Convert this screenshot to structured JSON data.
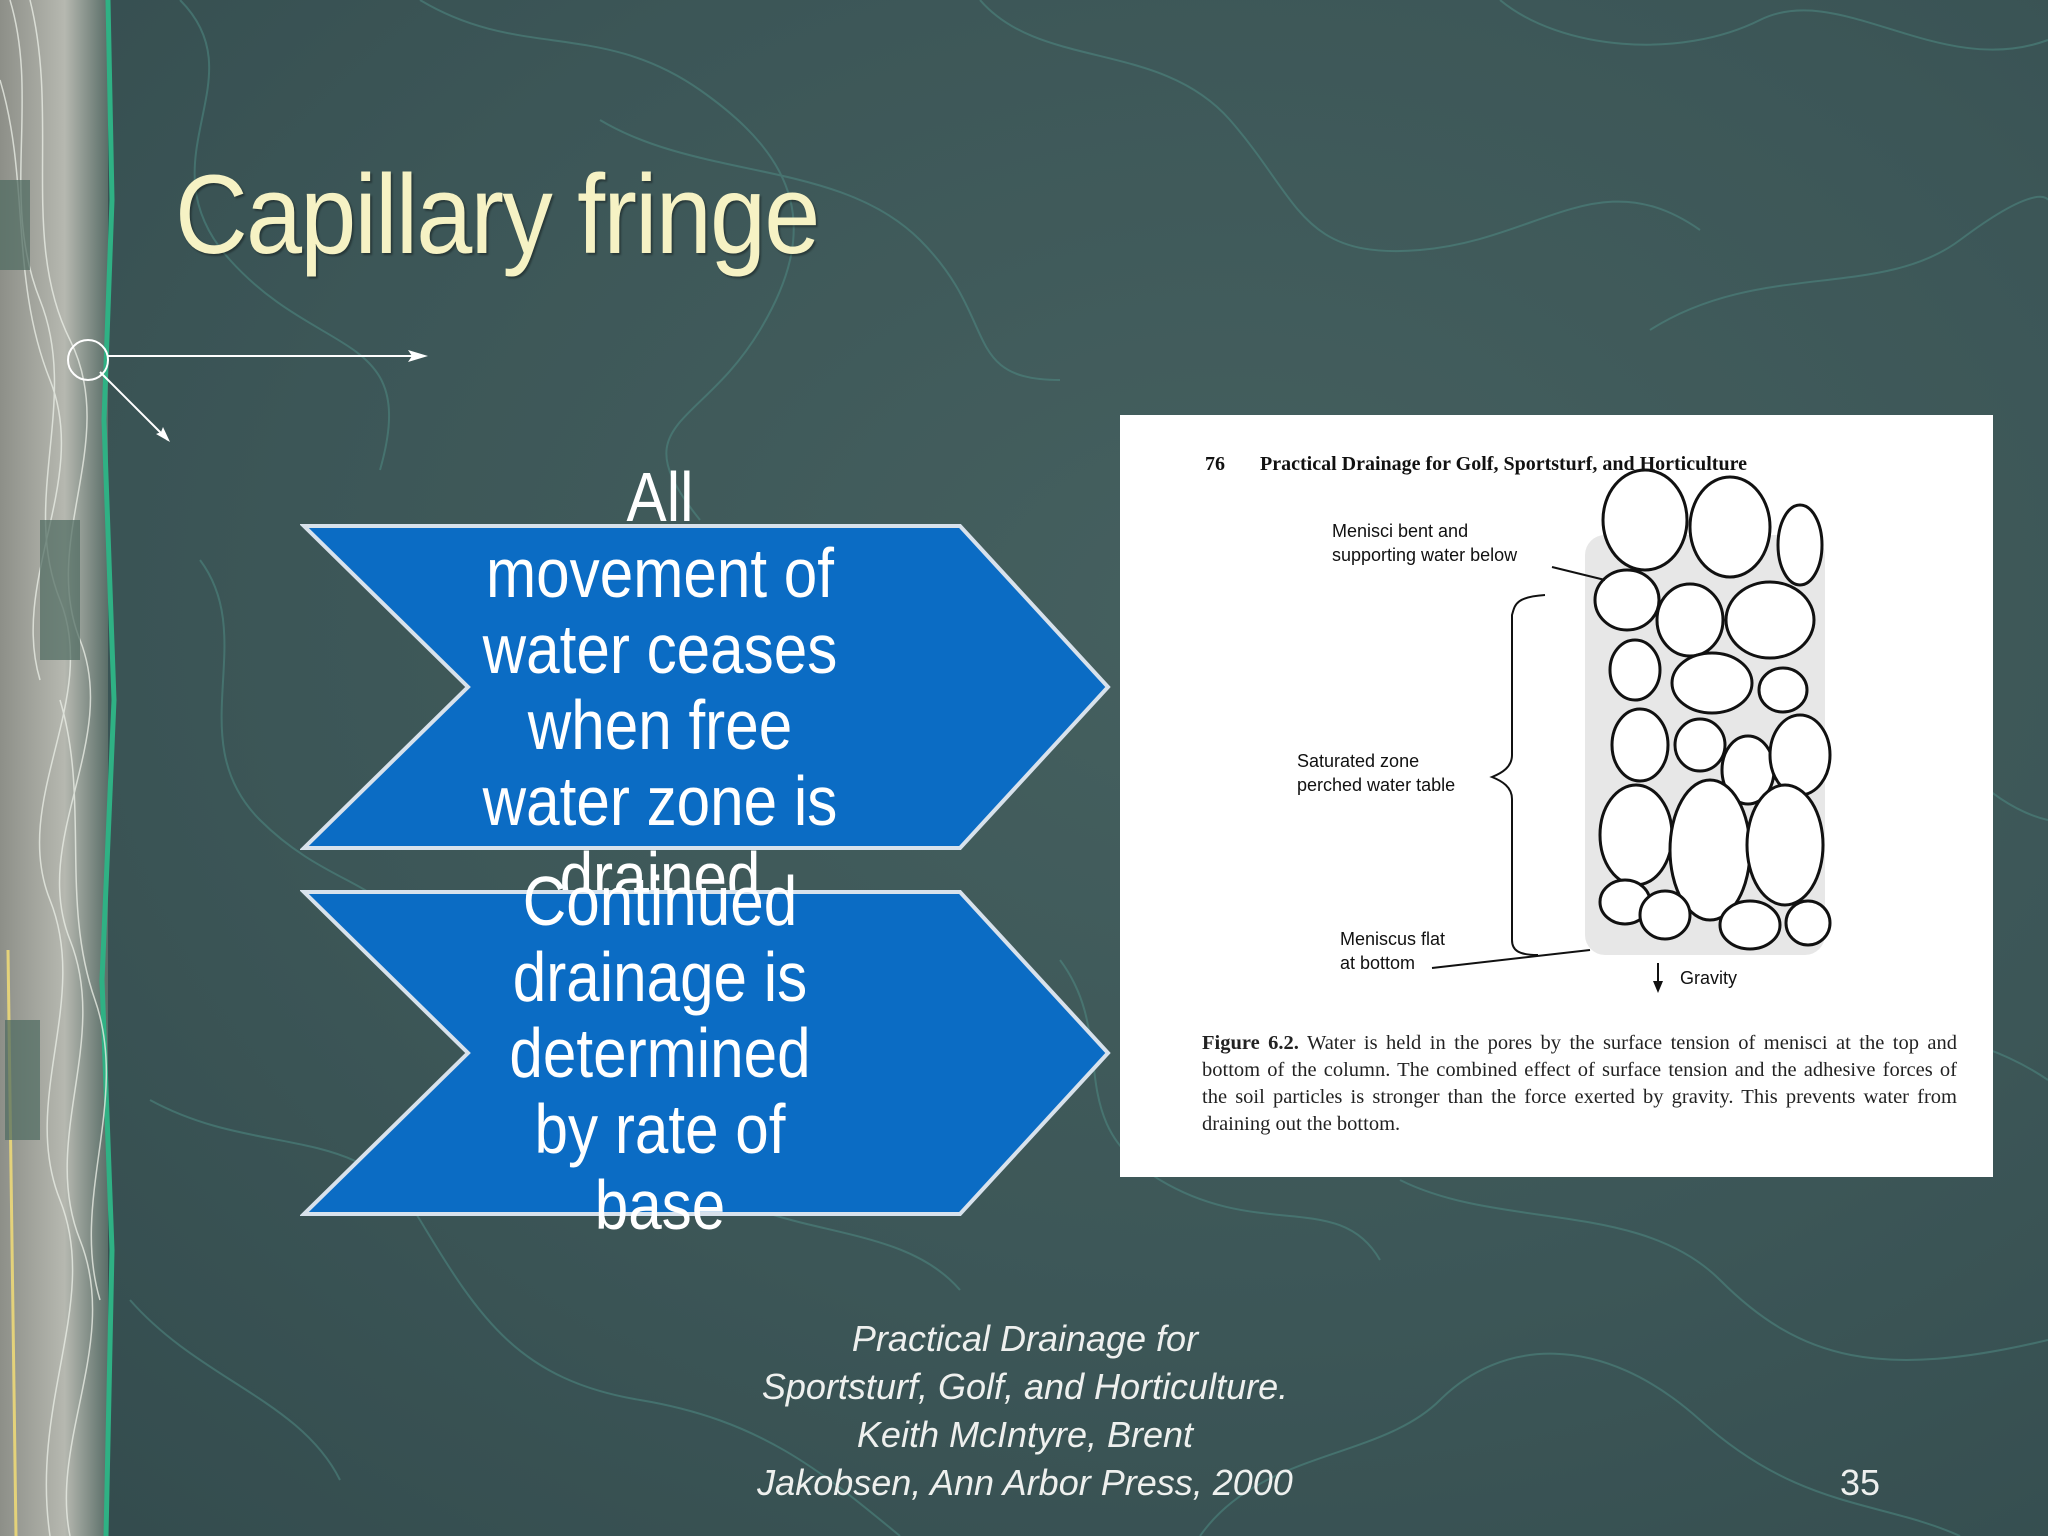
{
  "slide": {
    "title": "Capillary fringe",
    "page_number": "35",
    "citation_lines": [
      "Practical Drainage for",
      "Sportsturf, Golf, and Horticulture.",
      "Keith McIntyre, Brent",
      "Jakobsen, Ann Arbor Press, 2000"
    ]
  },
  "chevrons": [
    {
      "text": "All movement of water ceases when free water zone is drained"
    },
    {
      "text": "Continued drainage is determined by rate of base"
    }
  ],
  "figure": {
    "page_label": "76",
    "header": "Practical Drainage for Golf, Sportsturf, and Horticulture",
    "labels": {
      "menisci_line1": "Menisci bent and",
      "menisci_line2": "supporting water below",
      "saturated_line1": "Saturated zone",
      "saturated_line2": "perched water table",
      "meniscus_line1": "Meniscus flat",
      "meniscus_line2": "at bottom",
      "gravity": "Gravity"
    },
    "caption_label": "Figure 6.2.",
    "caption_text": "Water is held in the pores by the surface tension of menisci at the top and bottom of the column. The combined effect of surface tension and the adhesive forces of the soil particles is stronger than the force exerted by gravity. This prevents water from draining out the bottom."
  },
  "colors": {
    "background": "#3c5657",
    "title": "#f6f2c4",
    "chevron_fill": "#0b6cc4",
    "chevron_stroke": "#d8e2ec",
    "contour": "#4f8a83"
  },
  "icons": [
    "compass-rose-icon"
  ]
}
